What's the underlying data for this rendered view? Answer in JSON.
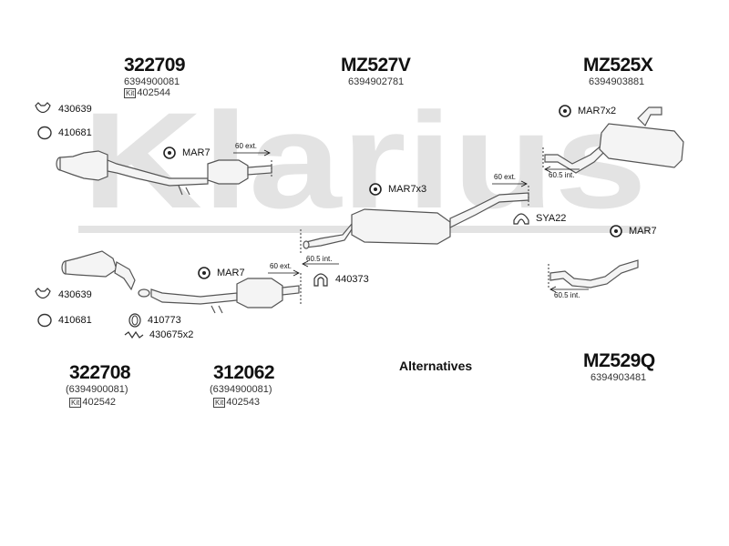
{
  "brand": {
    "watermark": "Klarius"
  },
  "groups": [
    {
      "code": "322709",
      "oe": "6394900081",
      "kit_tag": "Kit",
      "kit": "402544"
    },
    {
      "code": "MZ527V",
      "oe": "6394902781"
    },
    {
      "code": "MZ525X",
      "oe": "6394903881"
    },
    {
      "code": "322708",
      "oe": "(6394900081)",
      "kit_tag": "Kit",
      "kit": "402542"
    },
    {
      "code": "312062",
      "oe": "(6394900081)",
      "kit_tag": "Kit",
      "kit": "402543"
    },
    {
      "code": "MZ529Q",
      "oe": "6394903481"
    }
  ],
  "parts": {
    "p430639_top": "430639",
    "p410681_top": "410681",
    "mar7_a": "MAR7",
    "mar7x3": "MAR7x3",
    "mar7x2": "MAR7x2",
    "sya22": "SYA22",
    "mar7_right": "MAR7",
    "mar7_b": "MAR7",
    "p440373": "440373",
    "p430639_bot": "430639",
    "p410681_bot": "410681",
    "p410773": "410773",
    "p430675x2": "430675x2"
  },
  "dims": {
    "d60ext_a": "60 ext.",
    "d60ext_b": "60 ext.",
    "d60ext_c": "60 ext.",
    "d605int_a": "60.5 int.",
    "d605int_b": "60.5 int.",
    "d605int_c": "60.5 int."
  },
  "alternatives_label": "Alternatives",
  "colors": {
    "watermark": "#e3e3e3",
    "pipe": "#555555",
    "fill": "#f4f4f4"
  }
}
